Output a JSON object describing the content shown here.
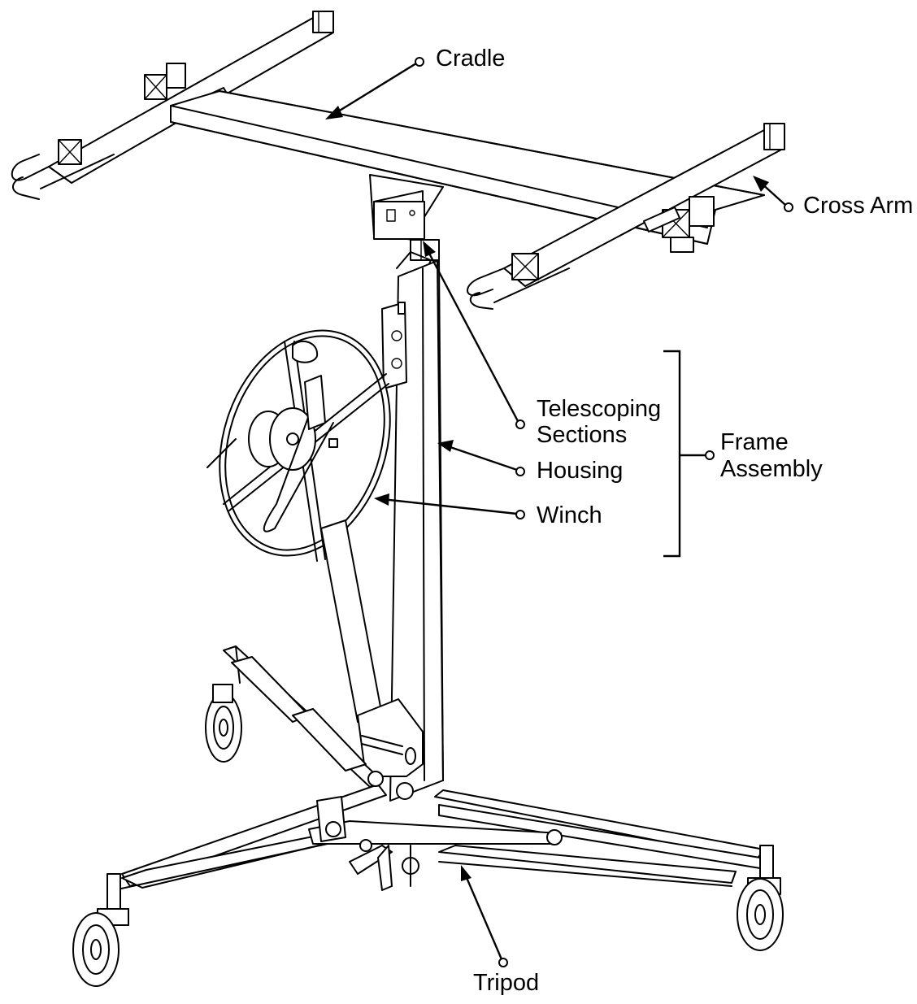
{
  "labels": {
    "cradle": "Cradle",
    "cross_arm": "Cross Arm",
    "telescoping_line1": "Telescoping",
    "telescoping_line2": "Sections",
    "housing": "Housing",
    "winch": "Winch",
    "frame_line1": "Frame",
    "frame_line2": "Assembly",
    "tripod": "Tripod"
  },
  "colors": {
    "ink": "#000000",
    "paper": "#ffffff"
  }
}
